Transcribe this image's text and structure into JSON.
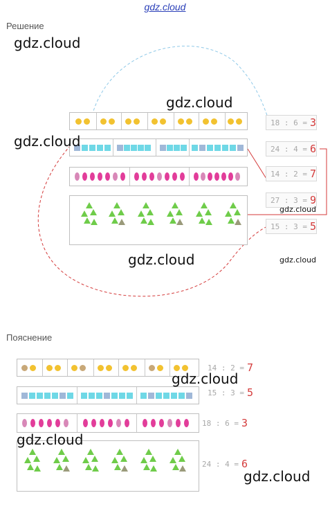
{
  "header": {
    "site": "gdz.cloud"
  },
  "sections": {
    "solution_title": "Решение",
    "explanation_title": "Пояснение"
  },
  "watermarks": [
    "gdz.cloud",
    "gdz.cloud",
    "gdz.cloud",
    "gdz.cloud",
    "gdz.cloud",
    "gdz.cloud",
    "gdz.cloud",
    "gdz.cloud",
    "gdz.cloud"
  ],
  "solution_equations": [
    {
      "expr": "18 : 6 =",
      "result": "3"
    },
    {
      "expr": "24 : 4 =",
      "result": "6"
    },
    {
      "expr": "14 : 2 =",
      "result": "7"
    },
    {
      "expr": "27 : 3 =",
      "result": "9"
    },
    {
      "expr": "15 : 3 =",
      "result": "5"
    }
  ],
  "explanation_equations": [
    {
      "expr": "14 : 2 =",
      "result": "7"
    },
    {
      "expr": "15 : 3 =",
      "result": "5"
    },
    {
      "expr": "18 : 6 =",
      "result": "3"
    },
    {
      "expr": "24 : 4 =",
      "result": "6"
    }
  ],
  "colors": {
    "yellow_dot": "#f2c230",
    "cyan_square": "#6fd8e6",
    "pink_oval": "#e23d9a",
    "green_triangle": "#6fcc4a",
    "gray_triangle": "#9a9a7a",
    "result_red": "#d43a3a",
    "link_red": "#d43a3a",
    "link_blue": "#8fc9e8"
  }
}
